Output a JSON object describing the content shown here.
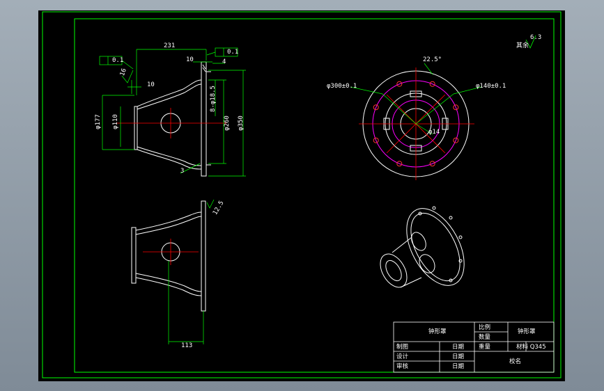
{
  "colors": {
    "background": "#000000",
    "frame": "#00ff00",
    "geometry": "#ffffff",
    "dimension": "#00ff00",
    "center_line": "#ff0000",
    "hidden_circle": "#ff00ff",
    "hole": "#ff3333"
  },
  "front_view": {
    "flatness_top": "0.1",
    "flatness_left": "0.1",
    "dim_length": "231",
    "dim_flange_thick": "10",
    "dim_rib": "4",
    "dim_offset": "10",
    "dim_holes": "8-φ18.5",
    "dim_dia_177": "φ177",
    "dim_dia_110": "φ110",
    "dim_dia_260": "φ260",
    "dim_dia_350": "φ350",
    "roughness_left": "16",
    "weld_note": "3"
  },
  "top_view": {
    "dim_pcd": "φ300±0.1",
    "dim_bore": "φ140±0.1",
    "dim_angle": "22.5°",
    "dim_small": "φ14"
  },
  "side_view": {
    "dim_width": "113",
    "roughness": "12.5"
  },
  "roughness_corner": {
    "value": "6.3",
    "prefix": "其余"
  },
  "title_block": {
    "part_name": "钟形罩",
    "part_name_right": "钟形罩",
    "scale_label": "比例",
    "qty_label": "数量",
    "weight_label": "重量",
    "material": "材料 Q345",
    "row_draw": "制图",
    "row_design": "设计",
    "row_check": "审核",
    "date_label": "日期",
    "school": "校名"
  }
}
